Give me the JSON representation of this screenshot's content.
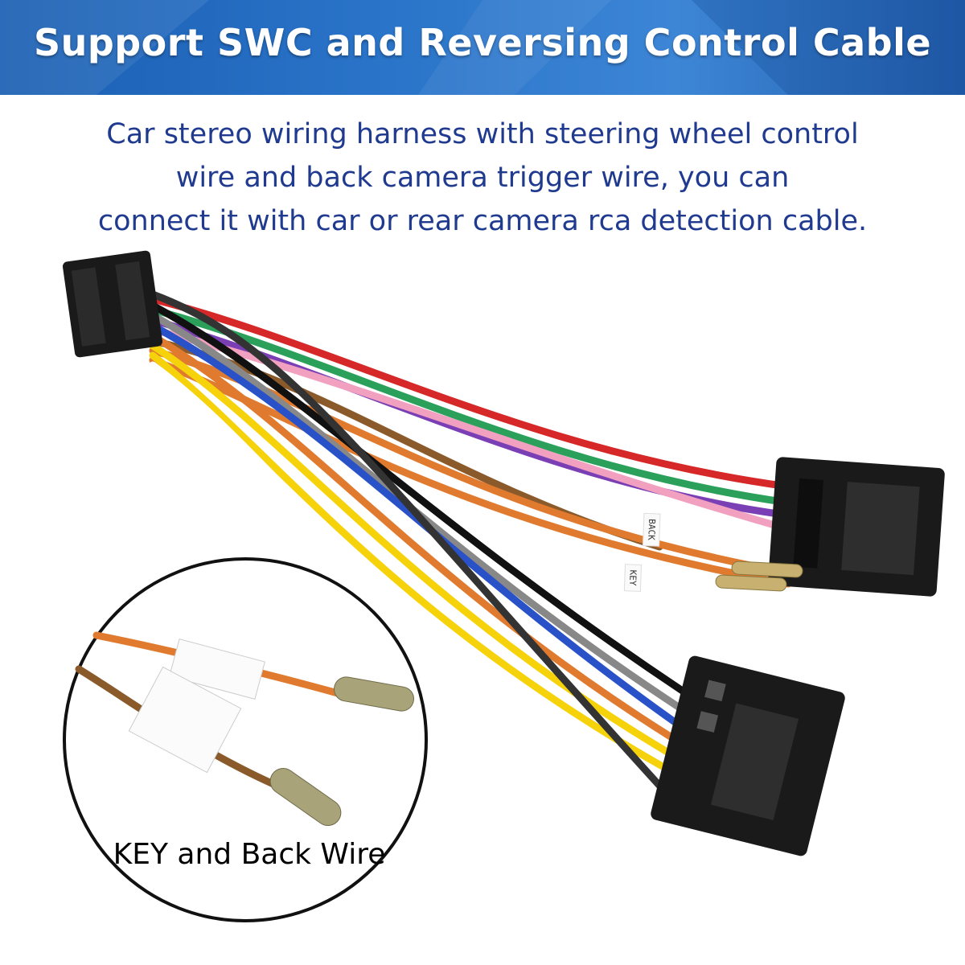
{
  "banner": {
    "title": "Support SWC and Reversing Control Cable"
  },
  "description": {
    "lines": [
      "Car stereo wiring harness with steering wheel control",
      "wire and back camera trigger wire, you can",
      "connect it with car or rear camera rca detection cable."
    ]
  },
  "wire_labels": {
    "back": "BACK",
    "key": "KEY"
  },
  "zoom": {
    "caption": "KEY and Back Wire"
  },
  "colors": {
    "banner": "#2a74c9",
    "description_text": "#1f3a8f",
    "wire_orange": "#e07a2e",
    "wire_brown": "#8a5a2b",
    "connector": "#1a1a1a"
  }
}
